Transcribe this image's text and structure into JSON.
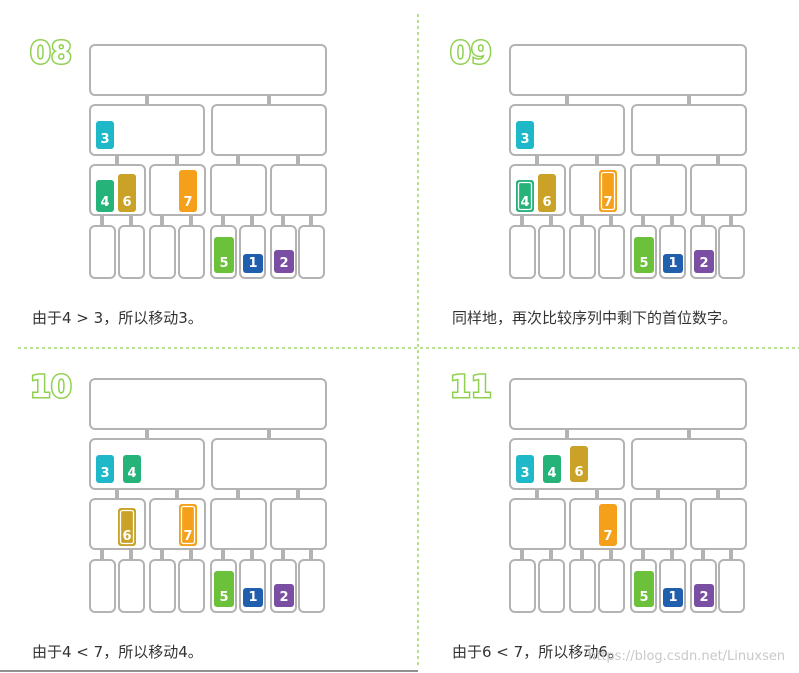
{
  "colors": {
    "box_stroke": "#b3b3b3",
    "connector": "#b3b3b3",
    "divider": "#8fd14f",
    "card_3": "#1fb8c9",
    "card_4": "#26b37a",
    "card_6": "#c9a227",
    "card_7": "#f5a01a",
    "card_5": "#6cc13b",
    "card_1": "#1f5fae",
    "card_2": "#7a4fa3"
  },
  "panels": [
    {
      "step": "08",
      "caption": "由于4 > 3，所以移动3。",
      "cards": {
        "mid_left": [
          {
            "v": "3",
            "c": "card_3"
          }
        ],
        "mid_right": [],
        "bl_left": [
          {
            "v": "4",
            "c": "card_4"
          },
          {
            "v": "6",
            "c": "card_6"
          }
        ],
        "bl_right": [
          {
            "v": "7",
            "c": "card_7"
          }
        ],
        "br_left": [],
        "br_right": [],
        "leaves_right": [
          {
            "slot": 0,
            "v": "5",
            "c": "card_5"
          },
          {
            "slot": 1,
            "v": "1",
            "c": "card_1"
          },
          {
            "slot": 2,
            "v": "2",
            "c": "card_2"
          }
        ]
      }
    },
    {
      "step": "09",
      "caption": "同样地，再次比较序列中剩下的首位数字。",
      "cards": {
        "mid_left": [
          {
            "v": "3",
            "c": "card_3"
          }
        ],
        "mid_right": [],
        "bl_left": [
          {
            "v": "4",
            "c": "card_4",
            "ring": true
          },
          {
            "v": "6",
            "c": "card_6"
          }
        ],
        "bl_right": [
          {
            "v": "7",
            "c": "card_7",
            "ring": true
          }
        ],
        "br_left": [],
        "br_right": [],
        "leaves_right": [
          {
            "slot": 0,
            "v": "5",
            "c": "card_5"
          },
          {
            "slot": 1,
            "v": "1",
            "c": "card_1"
          },
          {
            "slot": 2,
            "v": "2",
            "c": "card_2"
          }
        ]
      }
    },
    {
      "step": "10",
      "caption": "由于4 < 7，所以移动4。",
      "cards": {
        "mid_left": [
          {
            "v": "3",
            "c": "card_3"
          },
          {
            "v": "4",
            "c": "card_4"
          }
        ],
        "mid_right": [],
        "bl_left": [
          {
            "v": "6",
            "c": "card_6",
            "ring": true,
            "offset": 1
          }
        ],
        "bl_right": [
          {
            "v": "7",
            "c": "card_7",
            "ring": true
          }
        ],
        "br_left": [],
        "br_right": [],
        "leaves_right": [
          {
            "slot": 0,
            "v": "5",
            "c": "card_5"
          },
          {
            "slot": 1,
            "v": "1",
            "c": "card_1"
          },
          {
            "slot": 2,
            "v": "2",
            "c": "card_2"
          }
        ]
      }
    },
    {
      "step": "11",
      "caption": "由于6 < 7，所以移动6。",
      "cards": {
        "mid_left": [
          {
            "v": "3",
            "c": "card_3"
          },
          {
            "v": "4",
            "c": "card_4"
          },
          {
            "v": "6",
            "c": "card_6"
          }
        ],
        "mid_right": [],
        "bl_left": [],
        "bl_right": [
          {
            "v": "7",
            "c": "card_7"
          }
        ],
        "br_left": [],
        "br_right": [],
        "leaves_right": [
          {
            "slot": 0,
            "v": "5",
            "c": "card_5"
          },
          {
            "slot": 1,
            "v": "1",
            "c": "card_1"
          },
          {
            "slot": 2,
            "v": "2",
            "c": "card_2"
          }
        ]
      }
    }
  ],
  "watermark": "https://blog.csdn.net/Linuxsen"
}
